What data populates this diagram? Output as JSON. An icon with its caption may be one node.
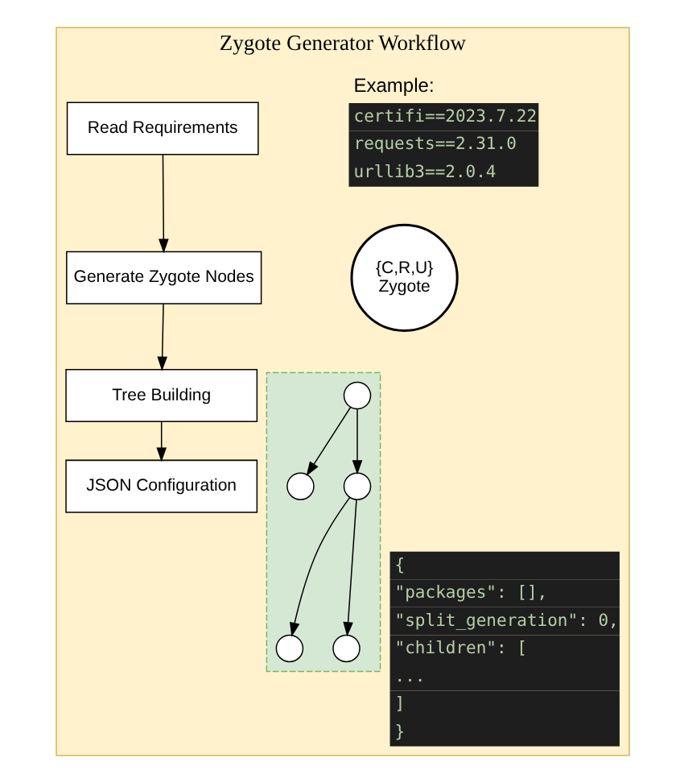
{
  "diagram": {
    "nodes": [
      {
        "text": [
          "Zygote Generator Workflow"
        ]
      },
      {
        "text": [
          "Read Requirements"
        ],
        "in": 0
      },
      {
        "text": [
          "Generate Zygote Nodes"
        ],
        "in": 0
      },
      {
        "text": [
          "Tree Building"
        ],
        "in": 0
      },
      {
        "text": [
          "JSON Configuration"
        ],
        "in": 0
      },
      {
        "text": [
          "Example:",
          "certifi==2023.7.22",
          "requests==2.31.0",
          "urllib3==2.0.4"
        ],
        "in": 0
      },
      {
        "text": [
          "{C,R,U}",
          "Zygote"
        ],
        "in": 0
      },
      {
        "text": [],
        "shape": "box",
        "in": 0
      },
      {
        "text": [],
        "shape": "circle",
        "in": 7
      },
      {
        "text": [],
        "shape": "circle",
        "in": 7
      },
      {
        "text": [],
        "shape": "circle",
        "in": 7
      },
      {
        "text": [],
        "shape": "circle",
        "in": 7
      },
      {
        "text": [],
        "shape": "circle",
        "in": 7
      },
      {
        "text": [
          "{",
          "\"packages\": [],",
          "\"split_generation\": 0,",
          "\"children\": [",
          "...",
          "]",
          "}"
        ],
        "in": 0
      }
    ],
    "edges": [
      {
        "from": 1,
        "to": 2,
        "arrow": "to"
      },
      {
        "from": 2,
        "to": 3,
        "arrow": "to"
      },
      {
        "from": 3,
        "to": 4,
        "arrow": "to"
      },
      {
        "from": 8,
        "to": 9,
        "arrow": "to"
      },
      {
        "from": 8,
        "to": 10,
        "arrow": "to"
      },
      {
        "from": 10,
        "to": 11,
        "arrow": "to"
      },
      {
        "from": 10,
        "to": 12,
        "arrow": "to"
      }
    ]
  }
}
